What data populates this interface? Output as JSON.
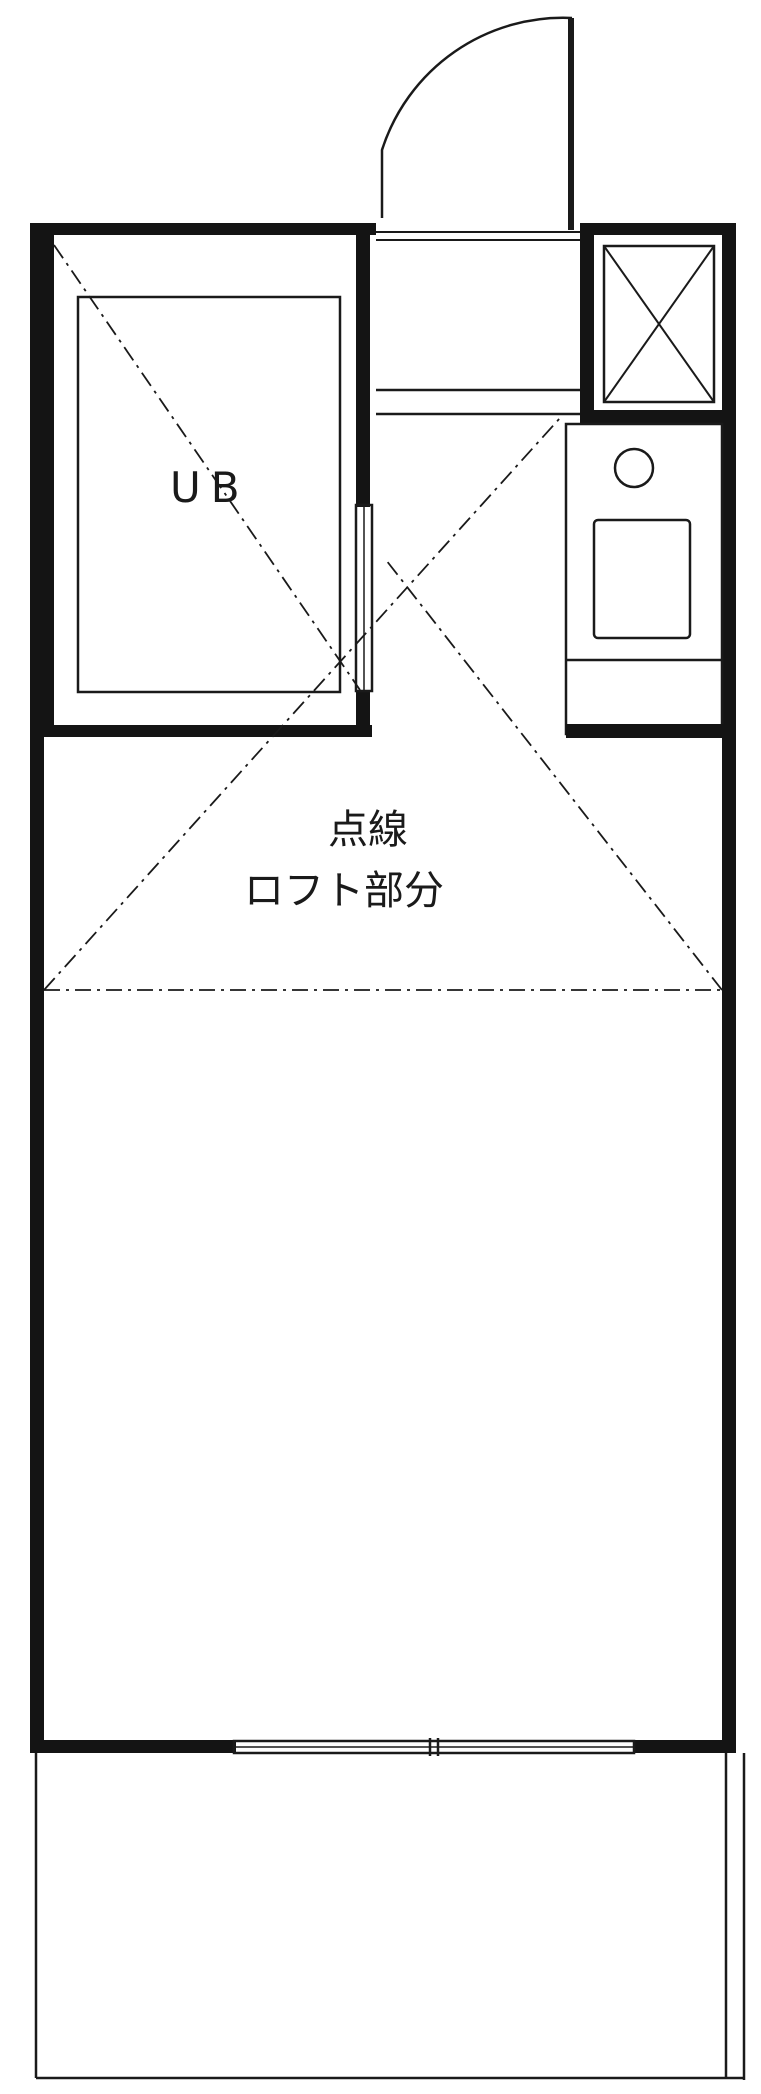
{
  "floor_plan": {
    "rooms": {
      "bath_label": "UB",
      "loft_line1": "点線",
      "loft_line2": "ロフト部分"
    },
    "colors": {
      "wall": "#141414",
      "line": "#1a1a1a",
      "background": "#ffffff"
    }
  }
}
